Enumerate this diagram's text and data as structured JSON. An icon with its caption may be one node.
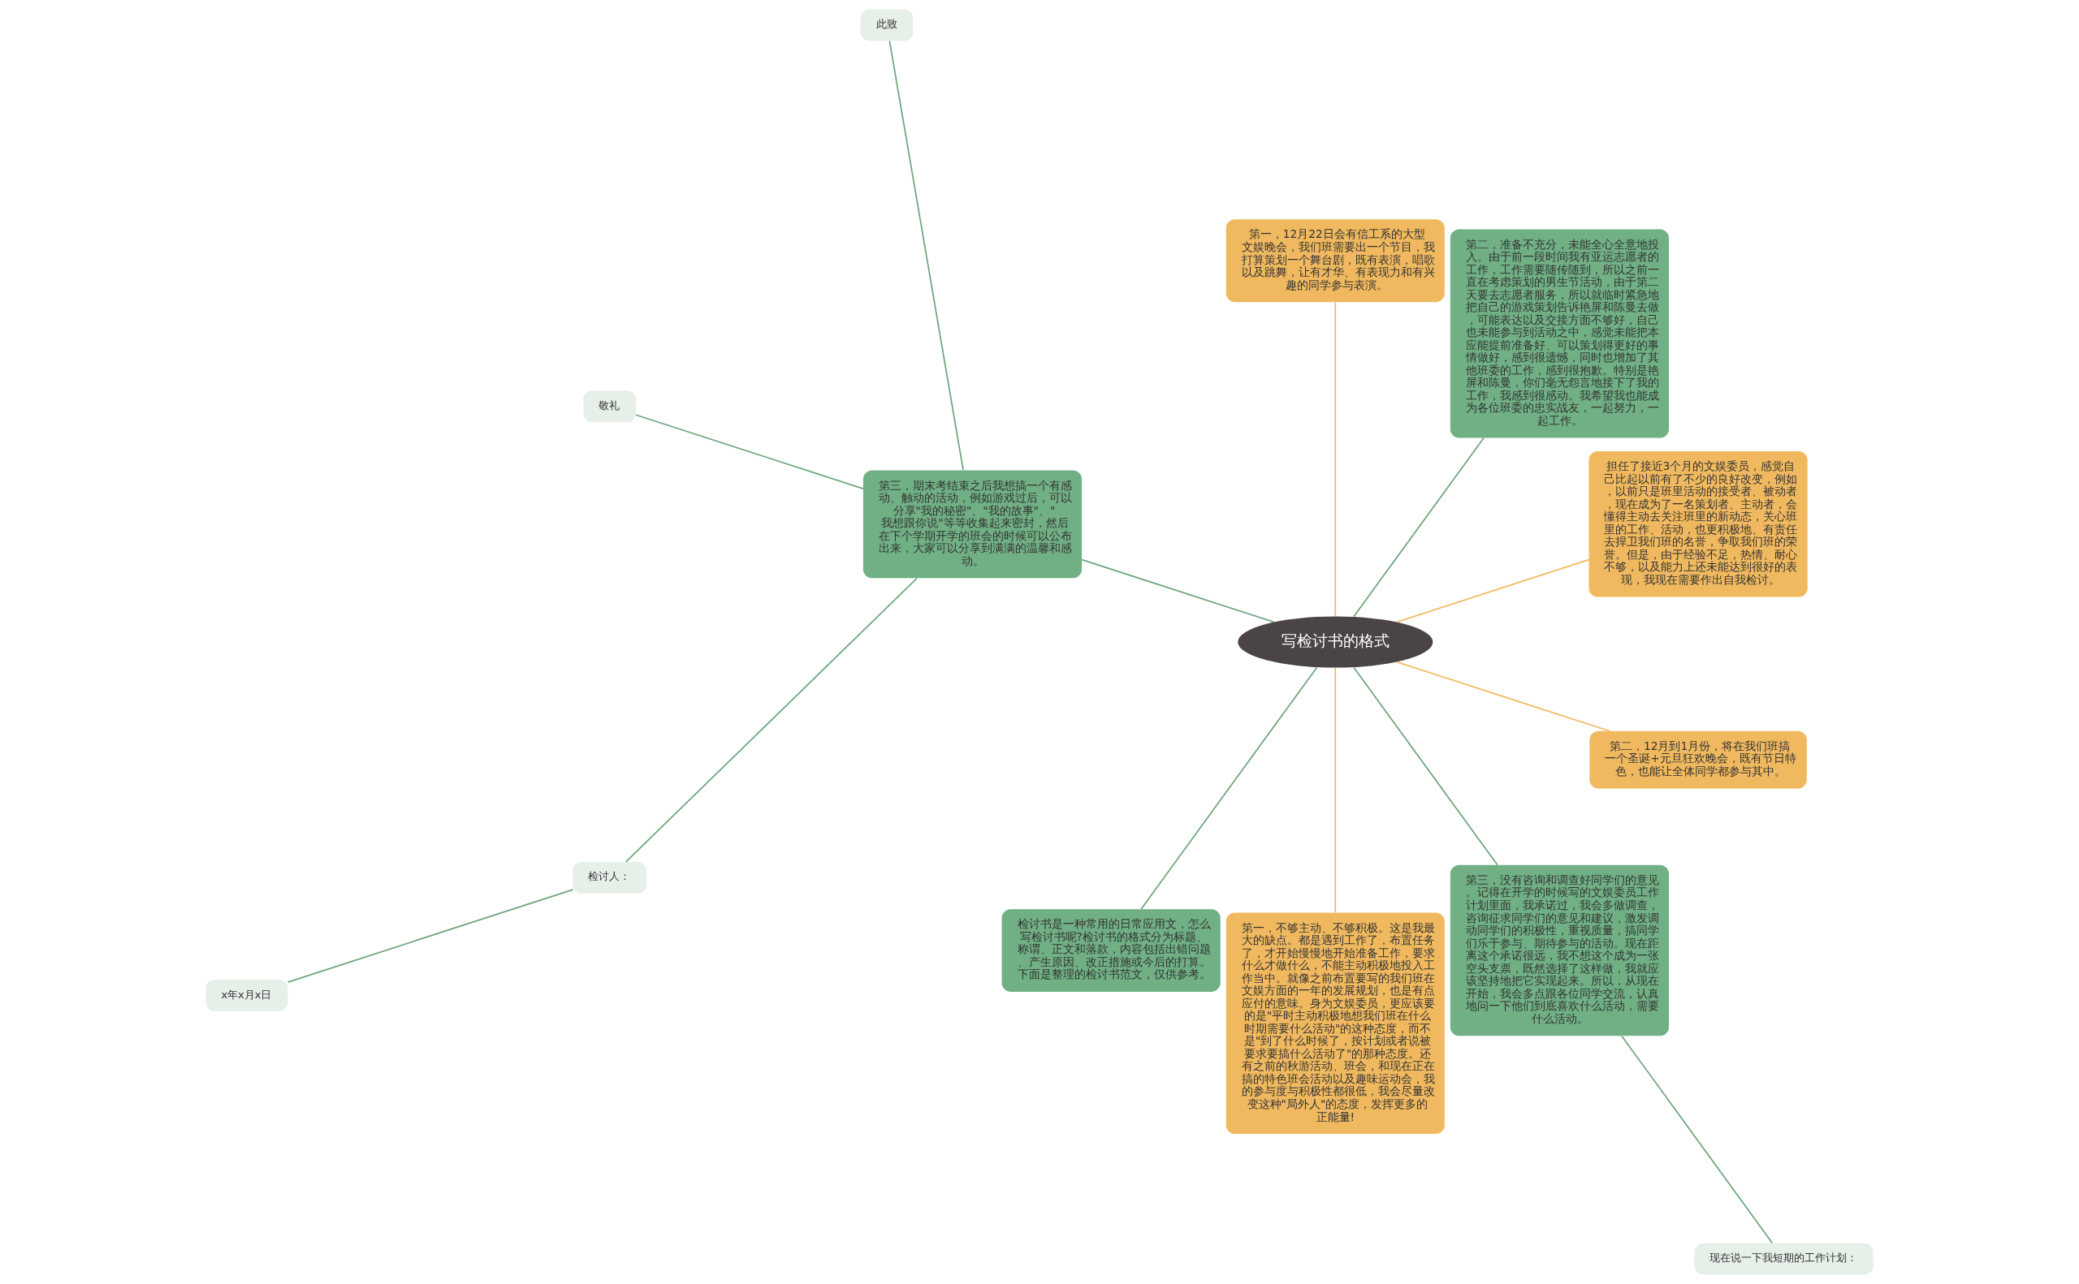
{
  "diagram": {
    "nodes": [
      {
        "text": [
          "写检讨书的格式"
        ]
      },
      {
        "text": [
          "担任了接近3个月的文娱委员，感觉自己比起以前有了不少的良好改变，例如，以前只是班里活动的接受者、被动者，现在成为了一名策划者、主动者，会懂得主动去关注班里的新动态，关心班里的工作、活动，也更积极地、有责任去捍卫我们班的名誉，争取我们班的荣誉。但是，由于经验不足，热情、耐心不够，以及能力上还未能达到很好的表现，我现在需要作出自我检讨。"
        ]
      },
      {
        "text": [
          "第二，准备不充分，未能全心全意地投入。由于前一段时间我有亚运志愿者的工作，工作需要随传随到，所以之前一直在考虑策划的男生节活动，由于第二天要去志愿者服务，所以就临时紧急地把自己的游戏策划告诉艳屏和陈曼去做，可能表达以及交接方面不够好，自己也未能参与到活动之中，感觉未能把本应能提前准备好、可以策划得更好的事情做好，感到很遗憾，同时也增加了其他班委的工作，感到很抱歉。特别是艳屏和陈曼，你们毫无怨言地接下了我的工作，我感到很感动。我希望我也能成为各位班委的忠实战友，一起努力，一起工作。"
        ]
      },
      {
        "text": [
          "第一，12月22日会有信工系的大型文娱晚会，我们班需要出一个节目，我打算策划一个舞台剧，既有表演，唱歌以及跳舞，让有才华、有表现力和有兴趣的同学参与表演。"
        ]
      },
      {
        "text": [
          "第三，期末考结束之后我想搞一个有感动、触动的活动，例如游戏过后，可以分享\"我的秘密\"、\"我的故事\"、\"我想跟你说\"等等收集起来密封，然后在下个学期开学的班会的时候可以公布出来，大家可以分享到满满的温馨和感动。"
        ]
      },
      {
        "text": [
          "此致"
        ]
      },
      {
        "text": [
          "敬礼"
        ]
      },
      {
        "text": [
          "检讨人："
        ]
      },
      {
        "text": [
          "x年x月x日"
        ]
      },
      {
        "text": [
          "检讨书是一种常用的日常应用文，怎么写检讨书呢?检讨书的格式分为标题、称谓、正文和落款，内容包括出错问题、产生原因、改正措施或今后的打算。下面是整理的检讨书范文，仅供参考。"
        ]
      },
      {
        "text": [
          "第一，不够主动、不够积极。这是我最大的缺点。都是遇到工作了，布置任务了，才开始慢慢地开始准备工作，要求什么才做什么，不能主动积极地投入工作当中。就像之前布置要写的我们班在文娱方面的一年的发展规划，也是有点应付的意味。身为文娱委员，更应该要的是\"平时主动积极地想我们班在什么时期需要什么活动\"的这种态度，而不是\"到了什么时候了，按计划或者说被要求要搞什么活动了\"的那种态度。还有之前的秋游活动、班会，和现在正在搞的特色班会活动以及趣味运动会，我的参与度与积极性都很低，我会尽量改变这种\"局外人\"的态度，发挥更多的正能量!"
        ]
      },
      {
        "text": [
          "第三，没有咨询和调查好同学们的意见。记得在开学的时候写的文娱委员工作计划里面，我承诺过，我会多做调查，咨询征求同学们的意见和建议，激发调动同学们的积极性，重视质量，搞同学们乐于参与、期待参与的活动。现在距离这个承诺很远，我不想这个成为一张空头支票，既然选择了这样做，我就应该坚持地把它实现起来。所以，从现在开始，我会多点跟各位同学交流，认真地问一下他们到底喜欢什么活动，需要什么活动。"
        ]
      },
      {
        "text": [
          "现在说一下我短期的工作计划："
        ]
      },
      {
        "text": [
          "第二，12月到1月份，将在我们班搞一个圣诞+元旦狂欢晚会，既有节日特色，也能让全体同学都参与其中。"
        ]
      }
    ],
    "edges": [
      {
        "from": 0,
        "to": 1,
        "arrow": "none",
        "color": "#f0b95f"
      },
      {
        "from": 0,
        "to": 2,
        "arrow": "none"
      },
      {
        "from": 0,
        "to": 3,
        "arrow": "none",
        "color": "#f0b95f"
      },
      {
        "from": 0,
        "to": 4,
        "arrow": "none"
      },
      {
        "from": 4,
        "to": 5,
        "arrow": "none"
      },
      {
        "from": 4,
        "to": 6,
        "arrow": "none"
      },
      {
        "from": 4,
        "to": 7,
        "arrow": "none"
      },
      {
        "from": 7,
        "to": 8,
        "arrow": "none"
      },
      {
        "from": 0,
        "to": 9,
        "arrow": "none"
      },
      {
        "from": 0,
        "to": 10,
        "arrow": "none",
        "color": "#f0b95f"
      },
      {
        "from": 0,
        "to": 11,
        "arrow": "none"
      },
      {
        "from": 11,
        "to": 12,
        "arrow": "none"
      },
      {
        "from": 0,
        "to": 13,
        "arrow": "none",
        "color": "#f0b95f"
      }
    ]
  }
}
